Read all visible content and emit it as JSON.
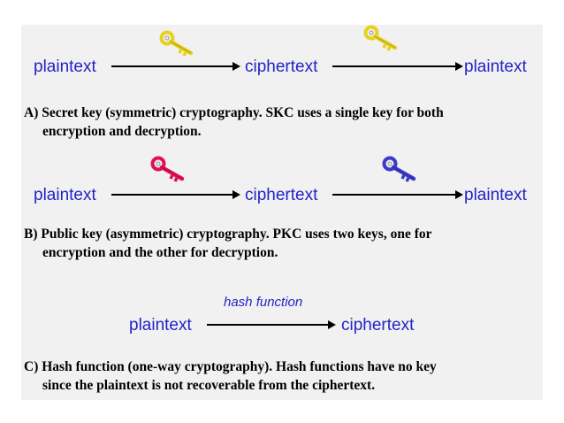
{
  "sections": [
    {
      "terms": {
        "left": "plaintext",
        "middle": "ciphertext",
        "right": "plaintext"
      },
      "caption": {
        "line1": "A) Secret key (symmetric) cryptography. SKC uses a single key for both",
        "line2": "encryption and decryption."
      },
      "keys": [
        {
          "icon": "key-icon",
          "color": "#e6d21e"
        },
        {
          "icon": "key-icon",
          "color": "#e6d21e"
        }
      ]
    },
    {
      "terms": {
        "left": "plaintext",
        "middle": "ciphertext",
        "right": "plaintext"
      },
      "caption": {
        "line1": "B) Public key (asymmetric) cryptography. PKC uses two keys, one for",
        "line2": "encryption and the other for decryption."
      },
      "keys": [
        {
          "icon": "key-icon",
          "color": "#e0105a"
        },
        {
          "icon": "key-icon",
          "color": "#3a3acc"
        }
      ]
    },
    {
      "function_label": "hash function",
      "terms": {
        "left": "plaintext",
        "middle": "ciphertext"
      },
      "caption": {
        "line1": "C) Hash function (one-way cryptography). Hash functions have no key",
        "line2": "since the plaintext is not recoverable from the ciphertext."
      }
    }
  ],
  "colors": {
    "text_blue": "#2323c8",
    "panel": "#f1f1f1"
  }
}
